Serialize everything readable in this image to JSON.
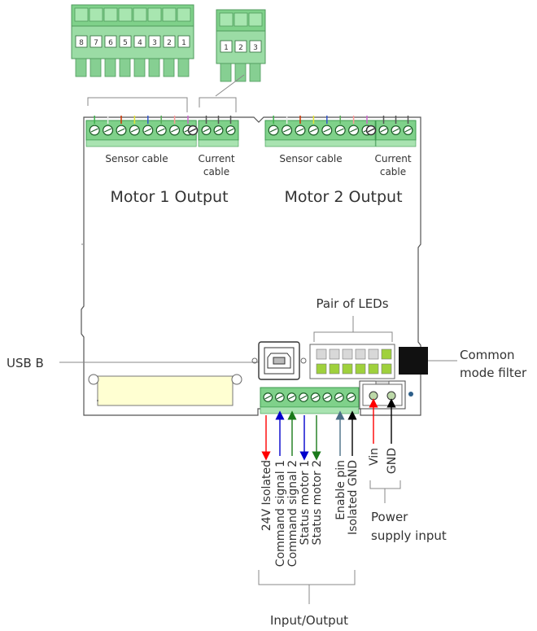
{
  "motor1": {
    "title": "Motor 1 Output",
    "sensor_label": "Sensor cable",
    "current_label_line1": "Current",
    "current_label_line2": "cable",
    "plug8_numbers": [
      "8",
      "7",
      "6",
      "5",
      "4",
      "3",
      "2",
      "1"
    ],
    "plug3_numbers": [
      "1",
      "2",
      "3"
    ]
  },
  "motor2": {
    "title": "Motor 2 Output",
    "sensor_label": "Sensor cable",
    "current_label_line1": "Current",
    "current_label_line2": "cable"
  },
  "callouts": {
    "leds": "Pair of LEDs",
    "usb": "USB B",
    "cmf_line1": "Common",
    "cmf_line2": "mode filter",
    "power_line1": "Power",
    "power_line2": "supply input",
    "io": "Input/Output"
  },
  "io_pins": [
    {
      "label": "24V Isolated",
      "color": "#ff0000",
      "dir": "out"
    },
    {
      "label": "Command signal 1",
      "color": "#0000cc",
      "dir": "in"
    },
    {
      "label": "Command signal 2",
      "color": "#1a7a1a",
      "dir": "in"
    },
    {
      "label": "Status motor 1",
      "color": "#0000cc",
      "dir": "out"
    },
    {
      "label": "Status motor 2",
      "color": "#1a7a1a",
      "dir": "out"
    },
    {
      "label": "Enable pin",
      "color": "#4a6f86",
      "dir": "in"
    },
    {
      "label": "Isolated GND",
      "color": "#000000",
      "dir": "in"
    }
  ],
  "power_pins": [
    {
      "label": "Vin",
      "color": "#ff0000"
    },
    {
      "label": "GND",
      "color": "#000000"
    }
  ],
  "colors": {
    "terminal_green": "#7fd18a",
    "terminal_dark": "#3e9a4f",
    "led_green": "#9fd13c",
    "board_outline": "#555555",
    "cmf_block": "#111111"
  }
}
